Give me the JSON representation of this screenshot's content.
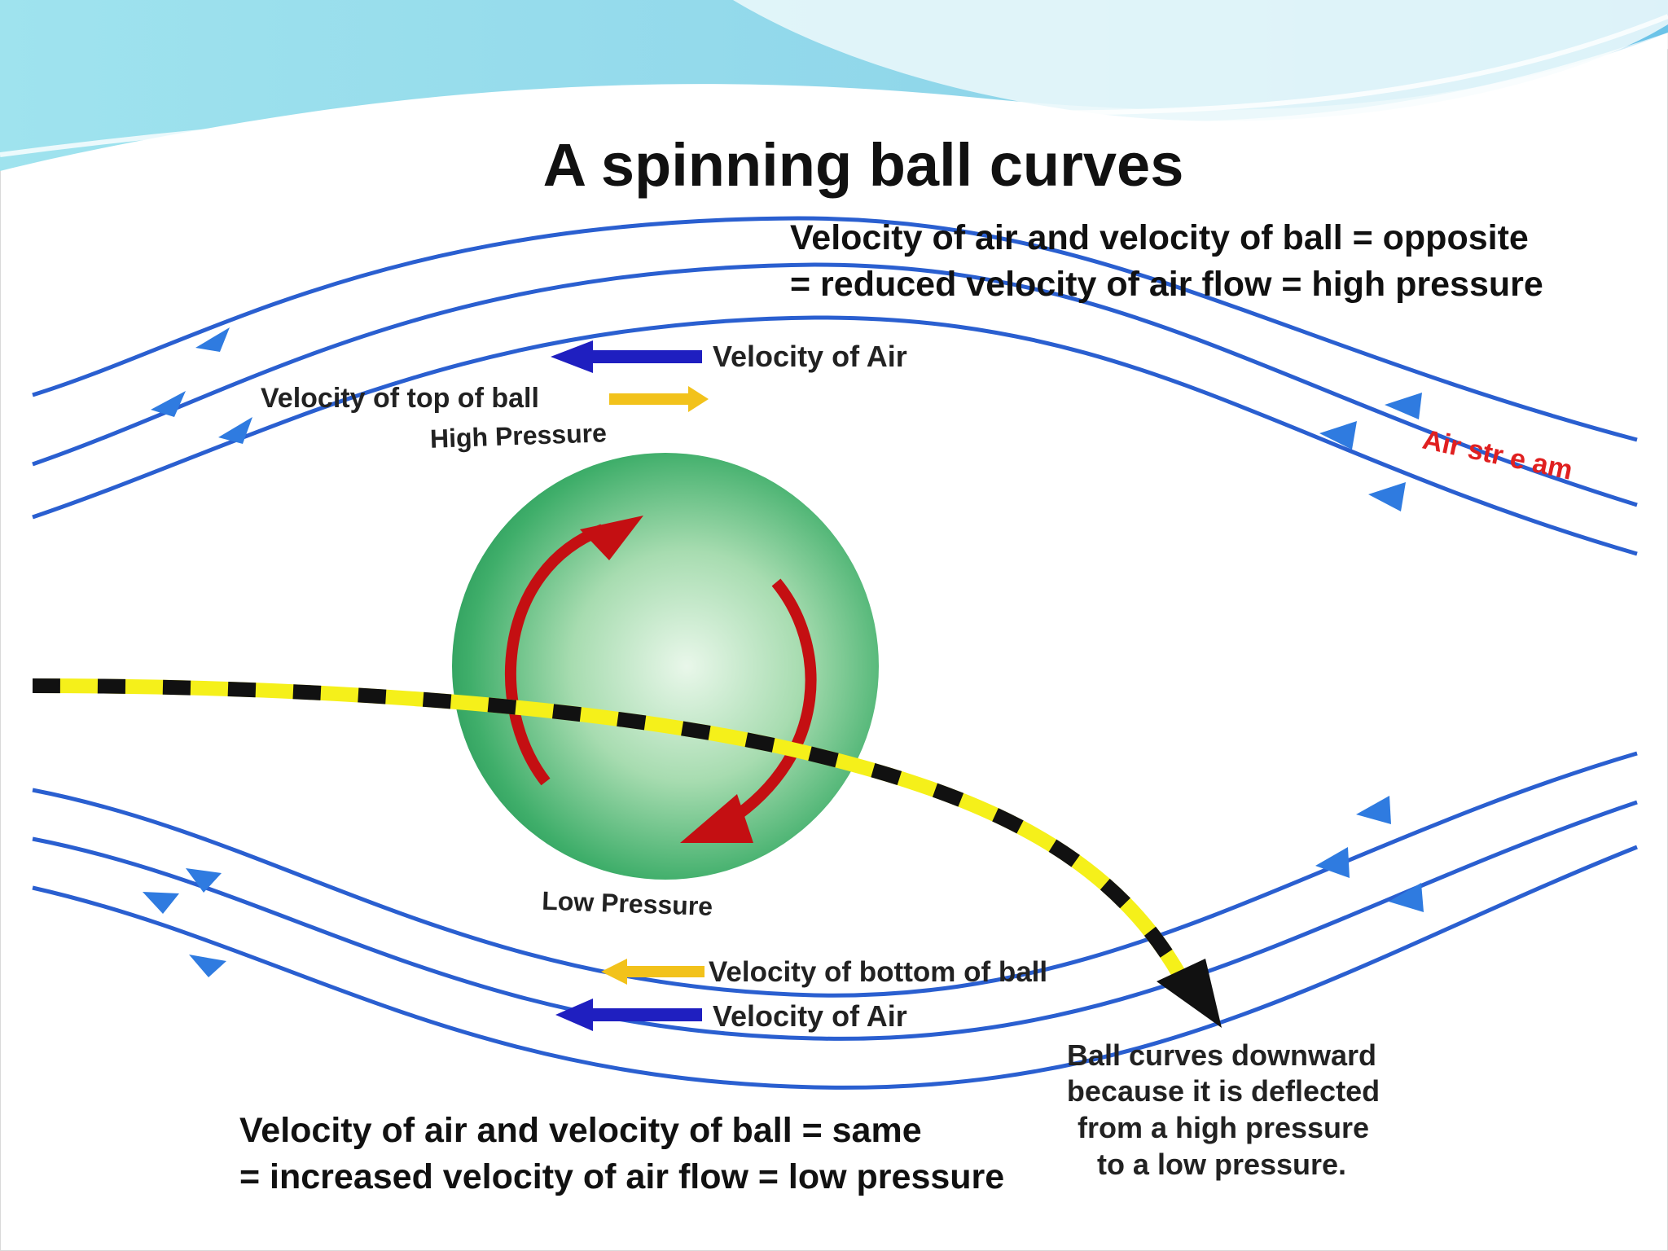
{
  "slide": {
    "title": "A spinning ball curves",
    "note_top": {
      "line1": "Velocity of air and velocity of ball = opposite",
      "line2": "= reduced velocity of air flow = high pressure"
    },
    "note_bottom": {
      "line1": "Velocity of air and velocity of ball = same",
      "line2": "= increased velocity of air flow = low pressure"
    }
  },
  "diagram": {
    "labels": {
      "velocity_of_air_top": "Velocity of Air",
      "velocity_top_of_ball": "Velocity of top of ball",
      "high_pressure": "High Pressure",
      "air_stream": "Air str e am",
      "low_pressure": "Low Pressure",
      "velocity_bottom_of_ball": "Velocity of bottom of ball",
      "velocity_of_air_bottom": "Velocity of Air",
      "caption_line1": "Ball curves downward",
      "caption_line2": "because it is deflected",
      "caption_line3": "from a high pressure",
      "caption_line4": "to a low pressure."
    },
    "colors": {
      "streamline": "#2a5fd0",
      "streamline_arrow": "#2f7be0",
      "air_velocity_arrow": "#1f1fc0",
      "ball_velocity_arrow": "#f2c21b",
      "spin_arrow": "#c40f12",
      "ball": "#3aa866",
      "air_stream_label": "#e02020",
      "path_yellow": "#f5f01a",
      "path_black": "#111111"
    }
  }
}
